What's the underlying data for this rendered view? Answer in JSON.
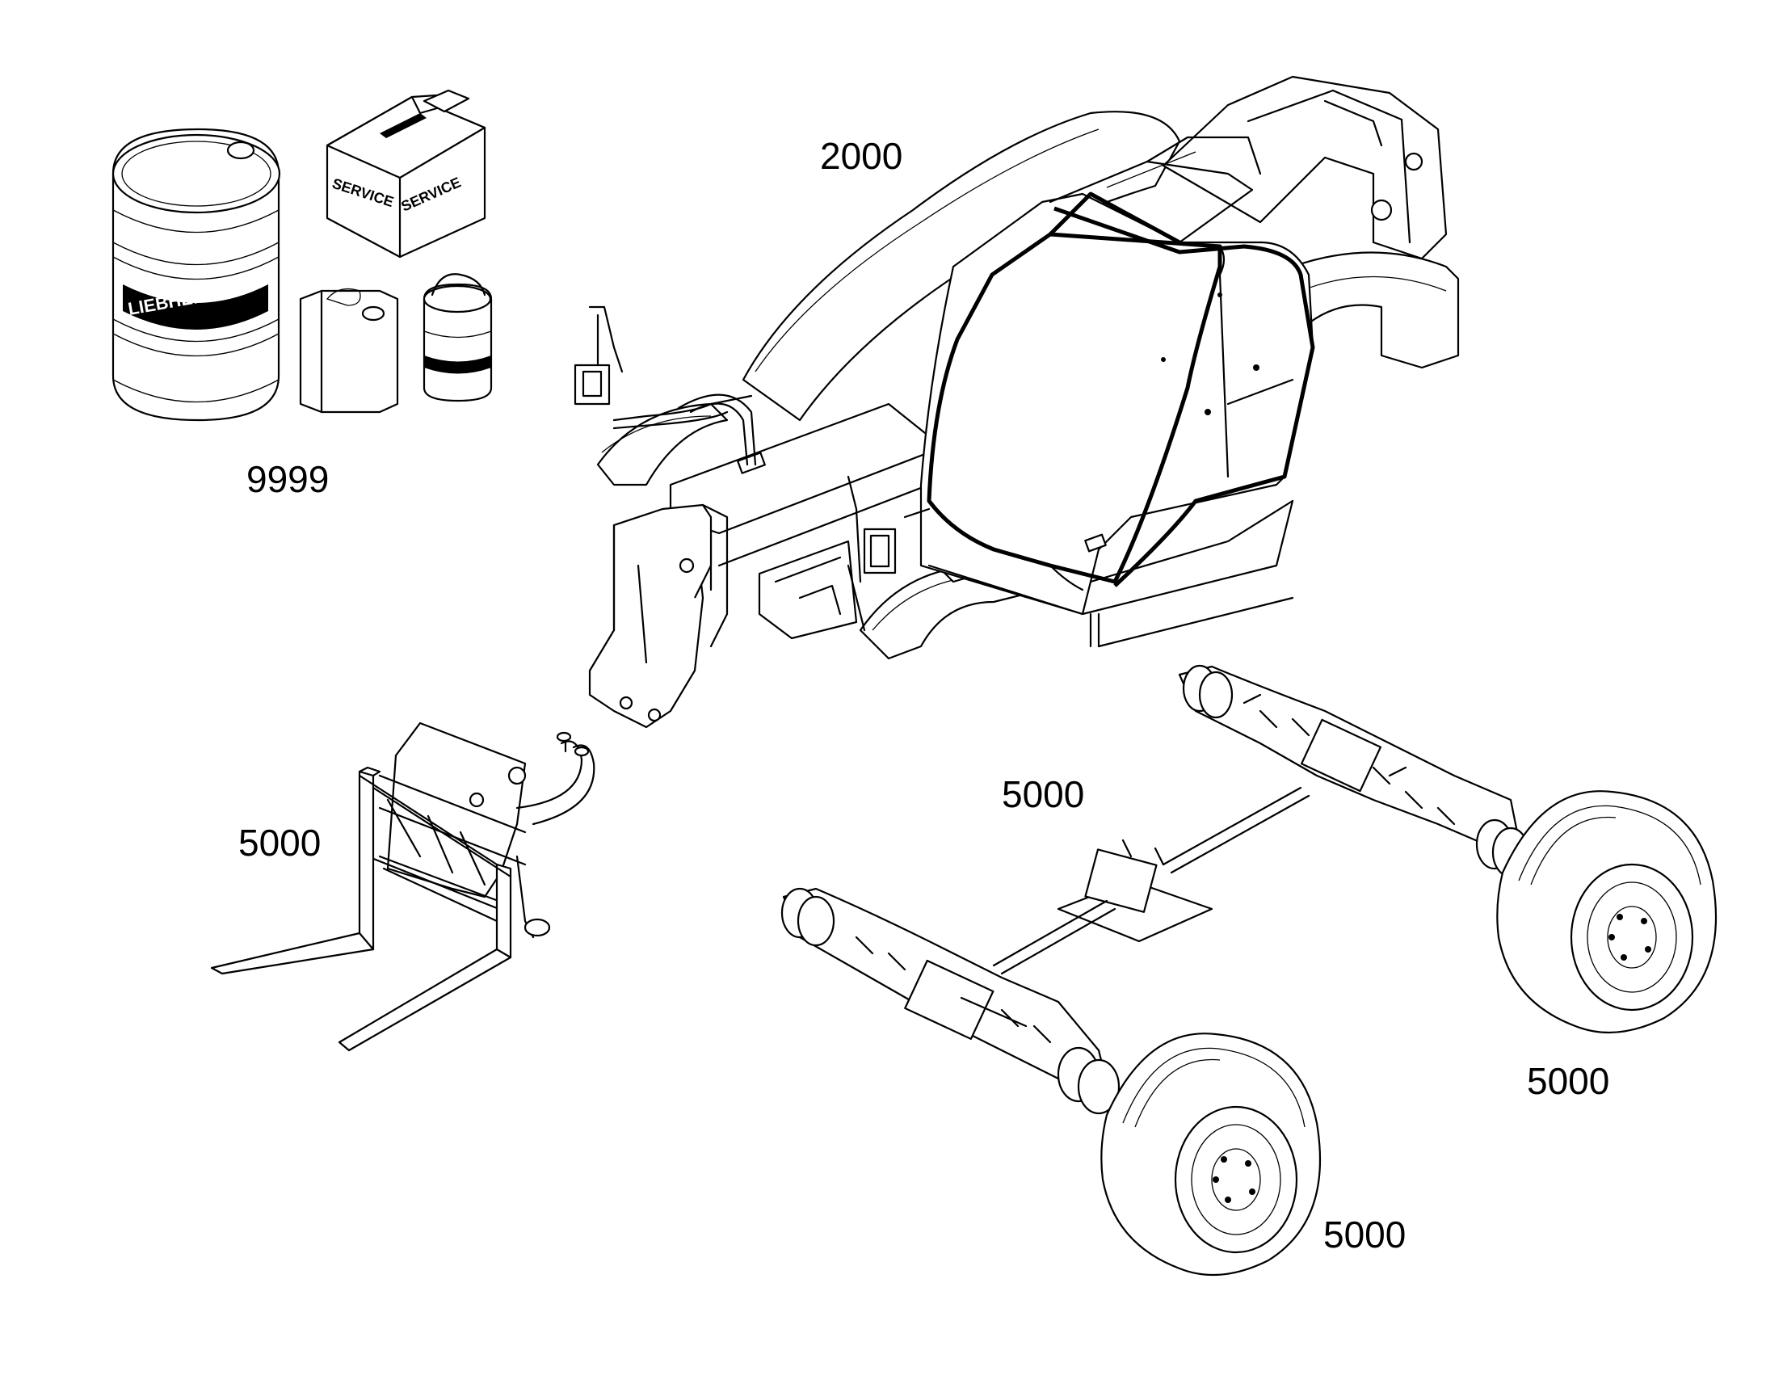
{
  "labels": {
    "machine": "2000",
    "consumables": "9999",
    "forks": "5000",
    "drivetrain": "5000",
    "rear_wheel": "5000",
    "front_wheel": "5000"
  },
  "decals": {
    "box_left": "SERVICE",
    "box_right": "SERVICE",
    "drum_brand": "LIEBHERR"
  }
}
